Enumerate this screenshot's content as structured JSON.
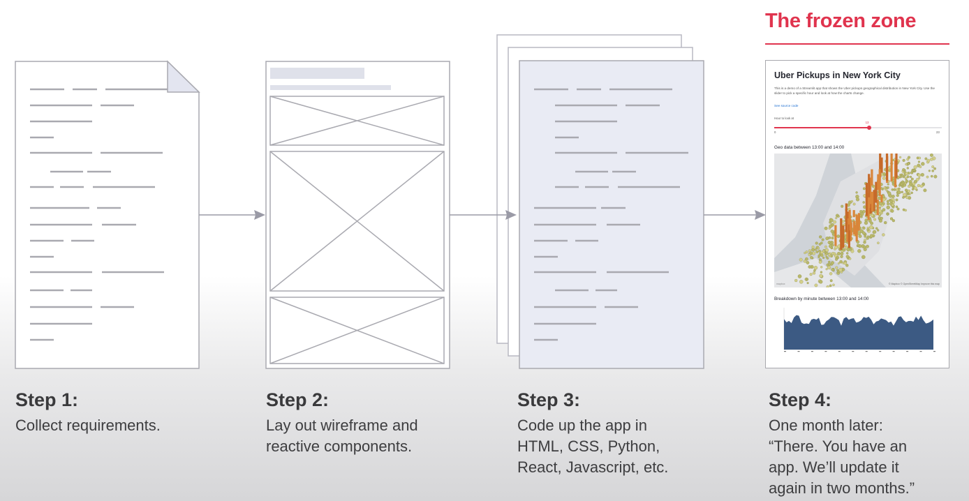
{
  "steps": [
    {
      "title": "Step 1:",
      "desc": "Collect requirements."
    },
    {
      "title": "Step 2:",
      "desc": "Lay out wireframe and\nreactive components."
    },
    {
      "title": "Step 3:",
      "desc": "Code up the app in\nHTML, CSS, Python,\nReact, Javascript, etc."
    },
    {
      "title": "Step 4:",
      "desc": "One month later:\n“There. You have an\napp. We’ll update it\nagain in two months.”"
    }
  ],
  "frozen_zone": {
    "label": "The frozen zone",
    "color": "#e0344e"
  },
  "app": {
    "title": "Uber Pickups in New York City",
    "description": "This is a demo of a Streamlit app that shows the Uber pickups geographical distribution in New York City. Use the slider to pick a specific hour and look at how the charts change.",
    "link": "See source code",
    "slider_label": "Hour to look at",
    "slider_value": "13",
    "slider_min": "0",
    "slider_max": "23",
    "slider_fraction": 0.565,
    "geo_heading": "Geo data between 13:00 and 14:00",
    "map_attribution": "© Mapbox © OpenStreetMap Improve this map",
    "map_logo": "mapbox",
    "breakdown_heading": "Breakdown by minute between 13:00 and 14:00"
  },
  "colors": {
    "line": "#a9a9b0",
    "arrow": "#9a9aa6",
    "doc_fill": "#e9ebf4",
    "accent": "#e0344e",
    "chart_fill": "#3c5a83"
  }
}
